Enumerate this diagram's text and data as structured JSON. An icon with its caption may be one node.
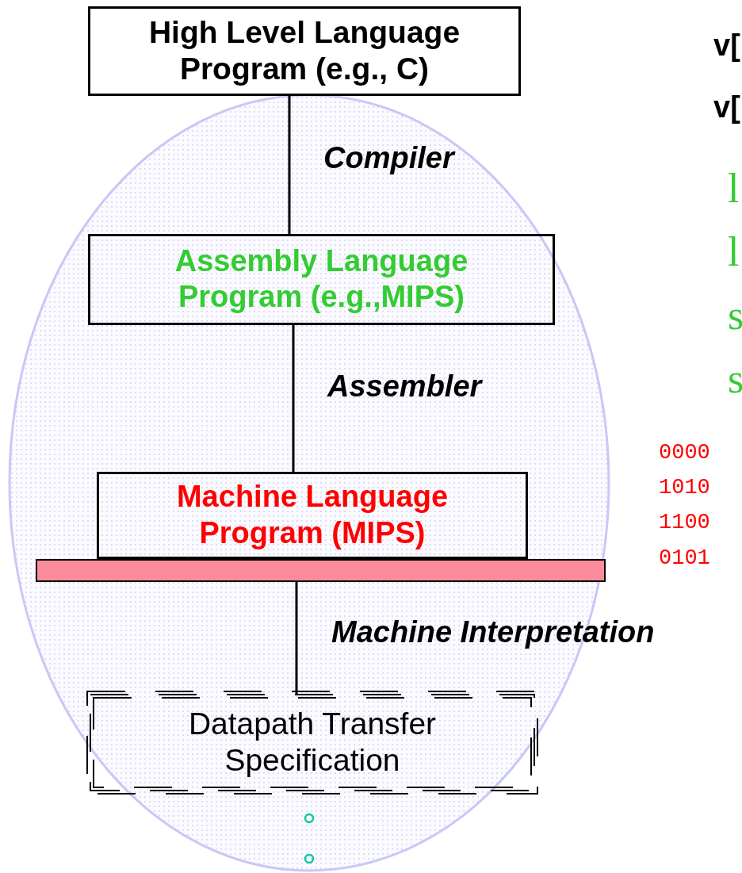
{
  "diagram": {
    "nodes": [
      {
        "text": [
          "High Level Language Program (e.g., C)"
        ]
      },
      {
        "text": [
          "Assembly  Language Program (e.g.,MIPS)"
        ]
      },
      {
        "text": [
          "Machine  Language Program (MIPS)"
        ]
      },
      {
        "text": [],
        "shape": "bar"
      },
      {
        "text": [
          "Datapath Transfer Specification"
        ]
      }
    ],
    "edges": [
      {
        "from": 0,
        "to": 1,
        "arrow": "none",
        "label": "Compiler"
      },
      {
        "from": 1,
        "to": 2,
        "arrow": "none",
        "label": "Assembler"
      },
      {
        "from": 3,
        "to": 4,
        "arrow": "none",
        "label": "Machine Interpretation"
      }
    ],
    "labels": [
      "v[",
      "v[",
      "l",
      "l",
      "s",
      "s",
      "0000",
      "1010",
      "1100",
      "0101"
    ]
  }
}
